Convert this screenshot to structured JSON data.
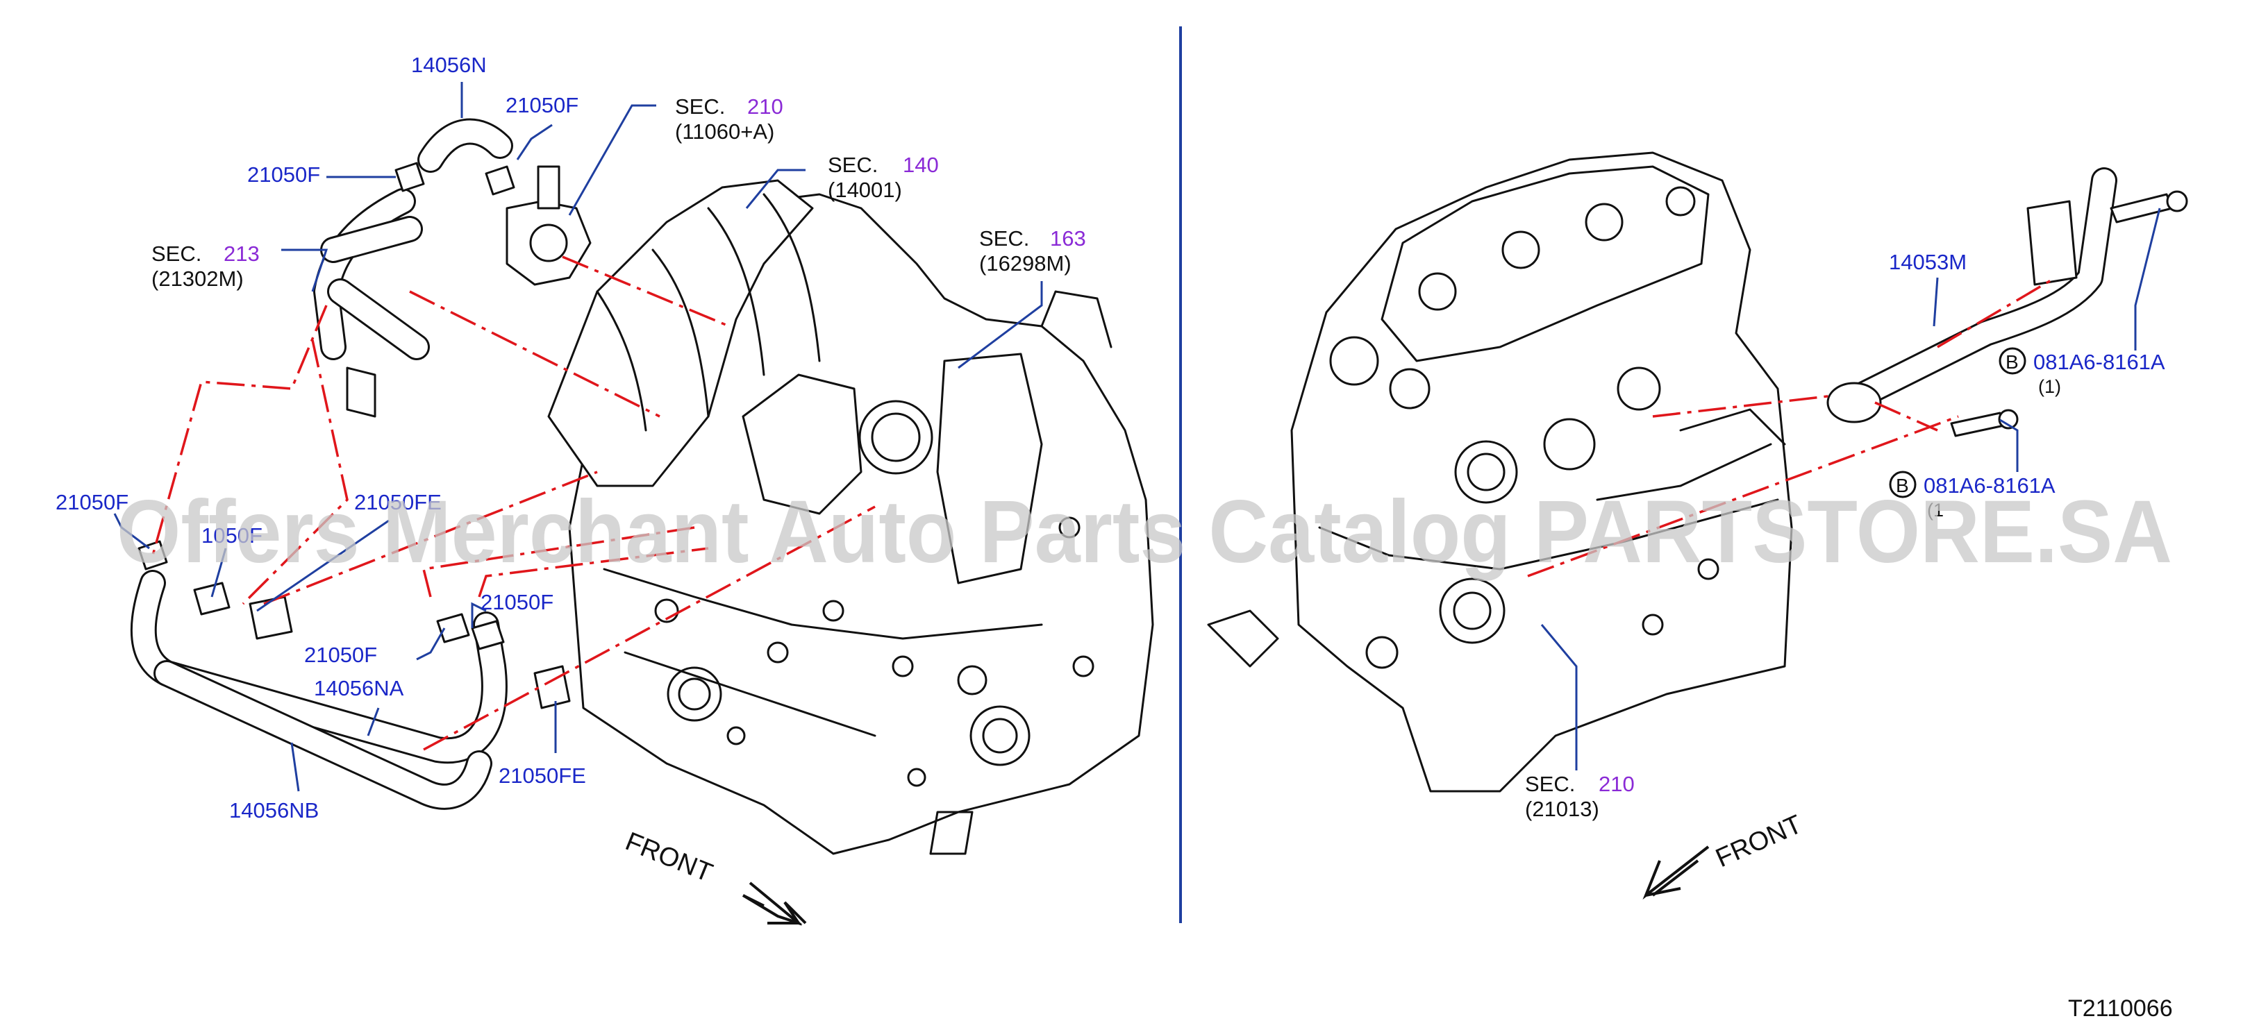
{
  "labels": {
    "p_14056N": "14056N",
    "p_21050F_a": "21050F",
    "p_21050F_b": "21050F",
    "sec210_a_title": "SEC.",
    "sec210_a_num": "210",
    "sec210_a_ref": "(11060+A)",
    "sec140_title": "SEC.",
    "sec140_num": "140",
    "sec140_ref": "(14001)",
    "sec213_title": "SEC.",
    "sec213_num": "213",
    "sec213_ref": "(21302M)",
    "sec163_title": "SEC.",
    "sec163_num": "163",
    "sec163_ref": "(16298M)",
    "p_21050F_c": "21050F",
    "p_21050FE_a": "21050FE",
    "p_21050F_d": "1050F",
    "p_21050F_e": "21050F",
    "p_21050F_f": "21050F",
    "p_14056NA": "14056NA",
    "p_14056NB": "14056NB",
    "p_21050FE_b": "21050FE",
    "p_14053M": "14053M",
    "bolt_a_circle": "B",
    "bolt_a_code": "081A6-8161A",
    "bolt_a_qty": "(1)",
    "bolt_b_circle": "B",
    "bolt_b_code": "081A6-8161A",
    "bolt_b_qty": "(1",
    "sec210_b_title": "SEC.",
    "sec210_b_num": "210",
    "sec210_b_ref": "(21013)",
    "front_left": "FRONT",
    "front_right": "FRONT",
    "diagram_code": "T2110066",
    "watermark": "Offers Merchant Auto Parts Catalog PARTSTORE.SA"
  },
  "colors": {
    "part_number": "#1a27c8",
    "section_number": "#8a2ad6",
    "leader_line": "#1f3fa0",
    "phantom_line": "#e0161b",
    "divider": "#1f3fa0",
    "watermark": "#c8c8c8"
  }
}
